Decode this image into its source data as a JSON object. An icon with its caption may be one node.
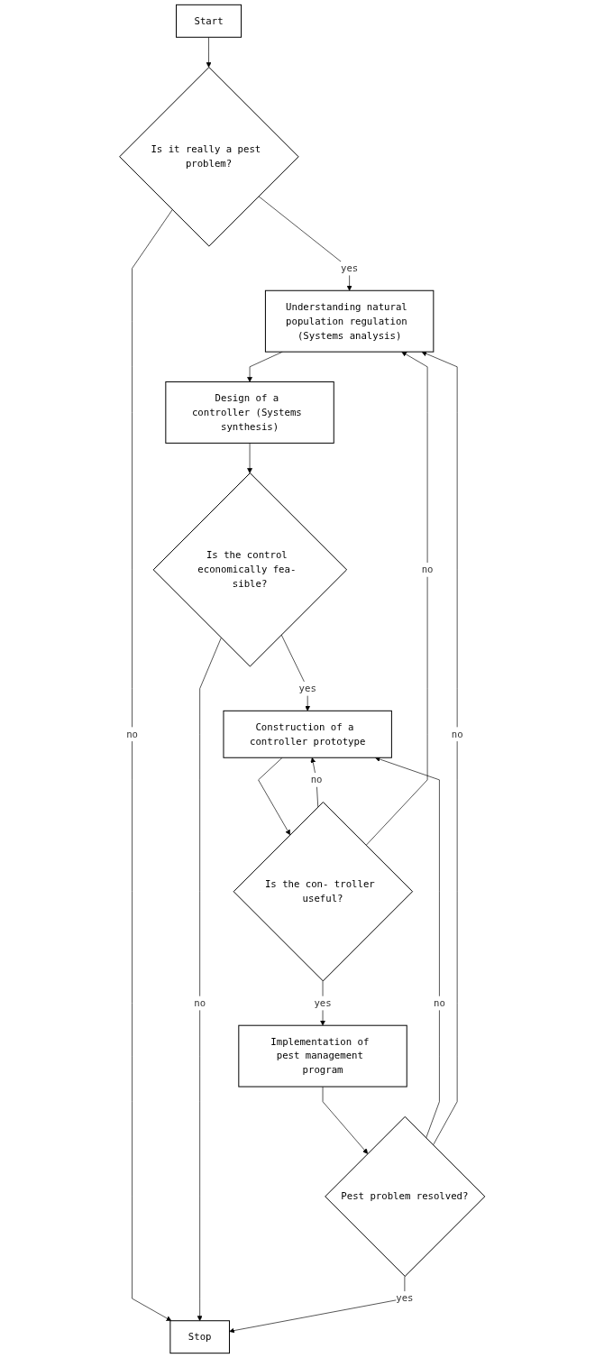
{
  "diagram": {
    "nodes": [
      {
        "text": [
          "Start"
        ]
      },
      {
        "text": [
          "Is it really a pest problem?"
        ]
      },
      {
        "text": [
          "Understanding natural population regulation (Systems analysis)"
        ]
      },
      {
        "text": [
          "Design of a controller (Systems synthesis)"
        ]
      },
      {
        "text": [
          "Is the control economically fea- sible?"
        ]
      },
      {
        "text": [
          "Construction of a controller prototype"
        ]
      },
      {
        "text": [
          "Is the con- troller useful?"
        ]
      },
      {
        "text": [
          "Implementation of pest management program"
        ]
      },
      {
        "text": [
          "Pest problem resolved?"
        ]
      },
      {
        "text": [
          "Stop"
        ]
      }
    ],
    "edges": [
      {
        "from": 0,
        "to": 1,
        "arrow": "to"
      },
      {
        "from": 1,
        "to": 2,
        "arrow": "to",
        "label": "yes"
      },
      {
        "from": 1,
        "to": 9,
        "arrow": "to",
        "label": "no"
      },
      {
        "from": 2,
        "to": 3,
        "arrow": "to"
      },
      {
        "from": 3,
        "to": 4,
        "arrow": "to"
      },
      {
        "from": 4,
        "to": 5,
        "arrow": "to",
        "label": "yes"
      },
      {
        "from": 4,
        "to": 9,
        "arrow": "to",
        "label": "no"
      },
      {
        "from": 5,
        "to": 6,
        "arrow": "to"
      },
      {
        "from": 6,
        "to": 7,
        "arrow": "to",
        "label": "yes"
      },
      {
        "from": 6,
        "to": 5,
        "arrow": "to",
        "label": "no"
      },
      {
        "from": 6,
        "to": 2,
        "arrow": "to",
        "label": "no"
      },
      {
        "from": 7,
        "to": 8,
        "arrow": "to"
      },
      {
        "from": 8,
        "to": 9,
        "arrow": "to",
        "label": "yes"
      },
      {
        "from": 8,
        "to": 5,
        "arrow": "to",
        "label": "no"
      },
      {
        "from": 8,
        "to": 2,
        "arrow": "to",
        "label": "no"
      }
    ]
  }
}
